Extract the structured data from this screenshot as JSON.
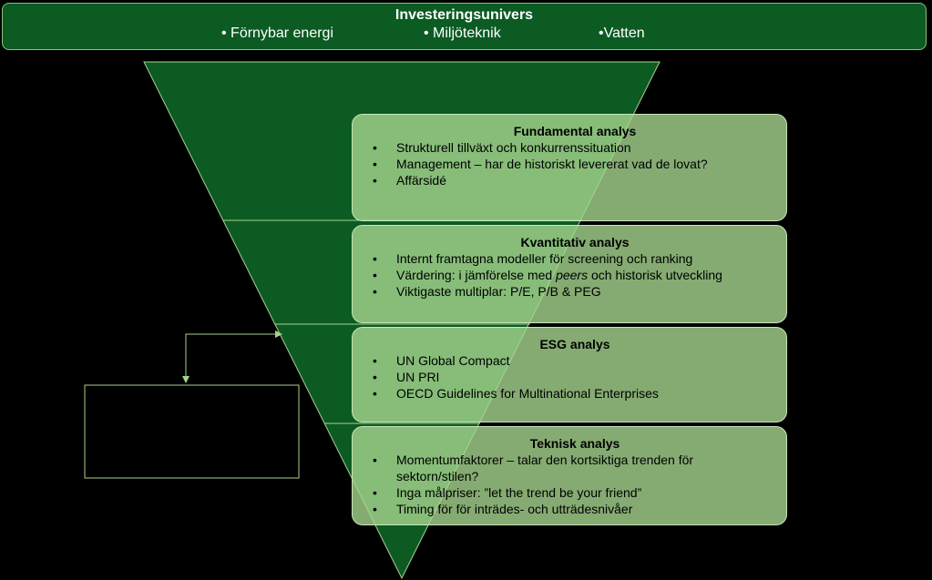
{
  "universe": {
    "title": "Investeringsunivers",
    "items": [
      "• Förnybar energi",
      "• Miljöteknik",
      "•Vatten"
    ]
  },
  "stages": [
    {
      "title": "Fundamental analys",
      "bullets": [
        [
          "Strukturell tillväxt och konkurrenssituation"
        ],
        [
          "Management – har de historiskt levererat vad de lovat?"
        ],
        [
          "Affärsidé"
        ]
      ]
    },
    {
      "title": "Kvantitativ analys",
      "bullets": [
        [
          "Internt framtagna modeller för screening och ranking"
        ],
        [
          "Värdering: i jämförelse med ",
          "peers",
          " och historisk utveckling"
        ],
        [
          "Viktigaste multiplar: P/E, P/B & PEG"
        ]
      ]
    },
    {
      "title": "ESG analys",
      "bullets": [
        [
          "UN Global Compact"
        ],
        [
          "UN PRI"
        ],
        [
          "OECD Guidelines for Multinational Enterprises"
        ]
      ]
    },
    {
      "title": "Teknisk analys",
      "bullets": [
        [
          "Momentumfaktorer – talar den kortsiktiga trenden för sektorn/stilen?"
        ],
        [
          "Inga målpriser: ”let the trend be your friend”"
        ],
        [
          "Timing för för inträdes- och utträdesnivåer"
        ]
      ]
    }
  ],
  "colors": {
    "background": "#000000",
    "funnel_fill": "#0b5b23",
    "funnel_stroke": "#a9d18e",
    "box_fill": "#a6d68f",
    "banner_fill": "#0b5b23"
  }
}
